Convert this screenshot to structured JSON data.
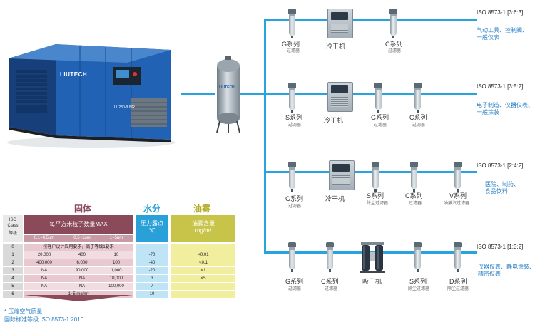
{
  "compressor": {
    "brand": "LIUTECH",
    "model": "LU280-8 IVR"
  },
  "tank": {
    "brand": "LIUTECH"
  },
  "rows": [
    {
      "iso": "ISO 8573-1 [3:6:3]",
      "items": [
        {
          "label": "G系列",
          "sub": "过滤器"
        },
        {
          "label": "冷干机"
        },
        {
          "label": "C系列",
          "sub": "过滤器"
        }
      ],
      "application": [
        "气动工具、控制阀、",
        "一般仪表"
      ]
    },
    {
      "iso": "ISO 8573-1 [3:5:2]",
      "items": [
        {
          "label": "S系列",
          "sub": "过滤器"
        },
        {
          "label": "冷干机"
        },
        {
          "label": "G系列",
          "sub": "过滤器"
        },
        {
          "label": "C系列",
          "sub": "过滤器"
        }
      ],
      "application": [
        "电子制造、仪器仪表、",
        "一般涂装"
      ]
    },
    {
      "iso": "ISO 8573-1 [2:4:2]",
      "items": [
        {
          "label": "G系列",
          "sub": "过滤器"
        },
        {
          "label": "冷干机"
        },
        {
          "label": "S系列",
          "sub": "除尘过滤器"
        },
        {
          "label": "C系列",
          "sub": "过滤器"
        },
        {
          "label": "V系列",
          "sub": "油蒸汽过滤器"
        }
      ],
      "application": [
        "医院、制药、",
        "食品饮料"
      ]
    },
    {
      "iso": "ISO 8573-1 [1:3:2]",
      "items": [
        {
          "label": "G系列",
          "sub": "过滤器"
        },
        {
          "label": "C系列",
          "sub": "过滤器"
        },
        {
          "label": "吸干机"
        },
        {
          "label": "S系列",
          "sub": "除尘过滤器"
        },
        {
          "label": "D系列",
          "sub": "除尘过滤器"
        }
      ],
      "application": [
        "仪器仪表、静电涂装、",
        "精密仪表"
      ]
    }
  ],
  "table": {
    "headers": {
      "solid": "固体",
      "water": "水分",
      "oil": "油雾"
    },
    "subheaders": {
      "particles": "每平方米粒子数量MAX",
      "dewpoint": "压力露点",
      "dewpoint_unit": "℃",
      "oil": "油雾含量",
      "oil_unit": "mg/m³"
    },
    "class_header": [
      "ISO",
      "Class",
      "等级"
    ],
    "size_cols": [
      "0.1~0.5um",
      "0.5~1um",
      "1~5um"
    ],
    "class0_note": "按客户设计应用要求，高于等级1要求",
    "class6_note": "1~5 mg/m³",
    "rows": [
      {
        "cls": "0",
        "a": "",
        "b": "",
        "c": "",
        "dew": "",
        "oil": ""
      },
      {
        "cls": "1",
        "a": "20,000",
        "b": "400",
        "c": "10",
        "dew": "-70",
        "oil": "<0.01"
      },
      {
        "cls": "2",
        "a": "400,000",
        "b": "6,000",
        "c": "100",
        "dew": "-40",
        "oil": "<0.1"
      },
      {
        "cls": "3",
        "a": "NA",
        "b": "90,000",
        "c": "1,000",
        "dew": "-20",
        "oil": "<1"
      },
      {
        "cls": "4",
        "a": "NA",
        "b": "NA",
        "c": "10,000",
        "dew": "3",
        "oil": "<5"
      },
      {
        "cls": "5",
        "a": "NA",
        "b": "NA",
        "c": "100,000",
        "dew": "7",
        "oil": "-"
      },
      {
        "cls": "6",
        "a": "",
        "b": "",
        "c": "",
        "dew": "10",
        "oil": "-"
      }
    ]
  },
  "footnote": [
    "* 压缩空气质量",
    "国际标准等级 ISO 8573-1:2010"
  ],
  "colors": {
    "pipe": "#29a3e0",
    "solid": "#8a4a5a",
    "water": "#3fb0e0",
    "oil": "#c8c44a",
    "compressor": "#1f5aa6"
  }
}
